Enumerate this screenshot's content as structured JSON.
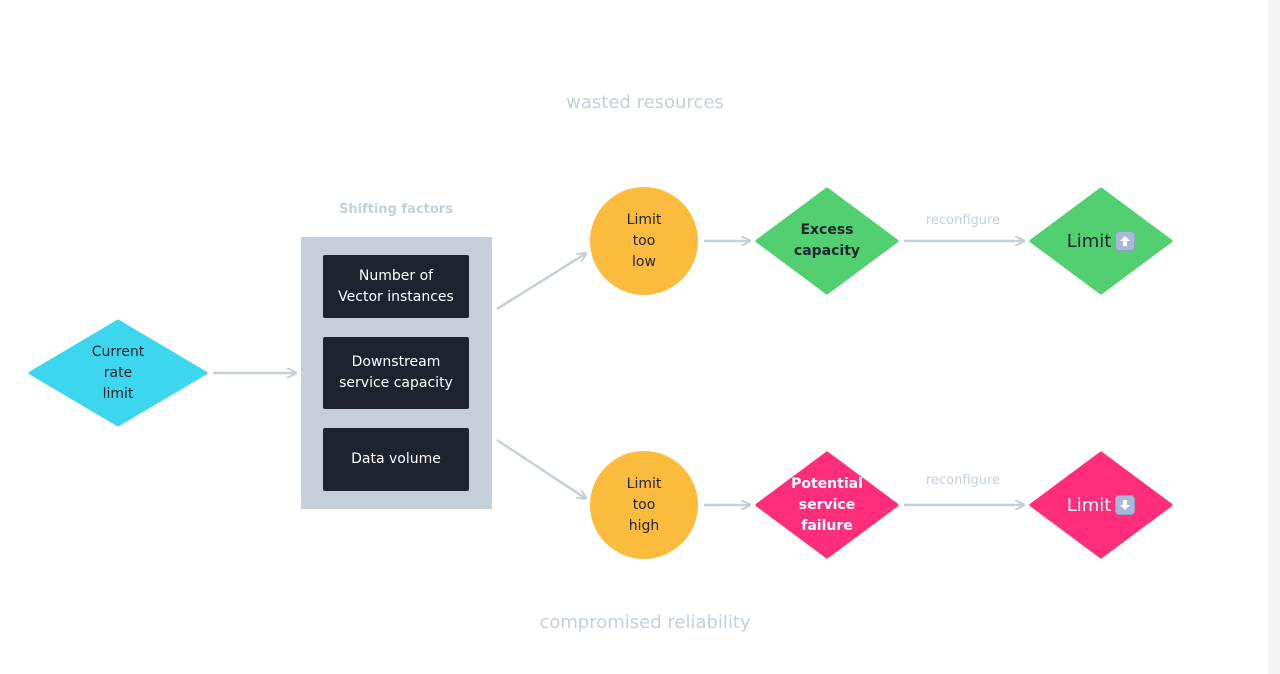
{
  "captions": {
    "top": "wasted resources",
    "bottom": "compromised reliability"
  },
  "nodes": {
    "current": "Current\nrate\nlimit",
    "factors_title": "Shifting factors",
    "factors": [
      "Number of\nVector instances",
      "Downstream\nservice capacity",
      "Data volume"
    ],
    "limit_low": "Limit\ntoo\nlow",
    "limit_high": "Limit\ntoo\nhigh",
    "excess": "Excess\ncapacity",
    "failure": "Potential\nservice\nfailure",
    "limit_up": "Limit",
    "limit_down": "Limit"
  },
  "edge_labels": {
    "reconfigure_up": "reconfigure",
    "reconfigure_down": "reconfigure"
  },
  "icons": {
    "limit_up": "up-arrow-icon",
    "limit_down": "down-arrow-icon"
  },
  "colors": {
    "cyan": "#3dd6ef",
    "yellow": "#fbbb3c",
    "green": "#52d071",
    "pink": "#ff2d7a",
    "panel": "#c5cfd8",
    "dark_box": "#1d2430",
    "connector": "#c5cfd9"
  }
}
